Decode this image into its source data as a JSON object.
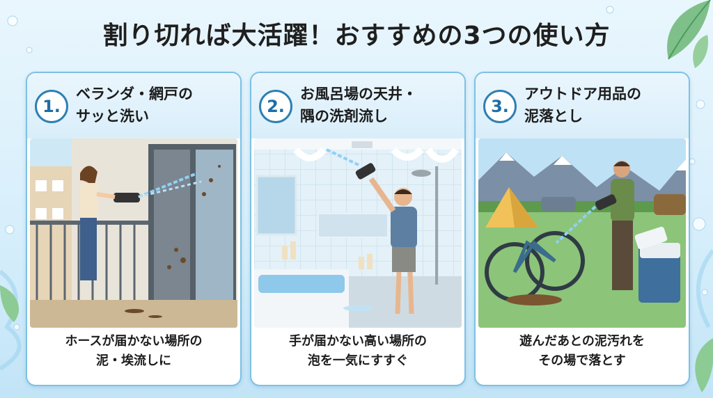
{
  "title": "割り切れば大活躍！おすすめの3つの使い方",
  "cards": [
    {
      "number": "1.",
      "heading_line1": "ベランダ・網戸の",
      "heading_line2": "サッと洗い",
      "caption_line1": "ホースが届かない場所の",
      "caption_line2": "泥・埃流しに"
    },
    {
      "number": "2.",
      "heading_line1": "お風呂場の天井・",
      "heading_line2": "隅の洗剤流し",
      "caption_line1": "手が届かない高い場所の",
      "caption_line2": "泡を一気にすすぐ"
    },
    {
      "number": "3.",
      "heading_line1": "アウトドア用品の",
      "heading_line2": "泥落とし",
      "caption_line1": "遊んだあとの泥汚れを",
      "caption_line2": "その場で落とす"
    }
  ],
  "colors": {
    "accent": "#2f7fb3",
    "card_border": "#7cc1e4",
    "background": "#d6eefb"
  }
}
